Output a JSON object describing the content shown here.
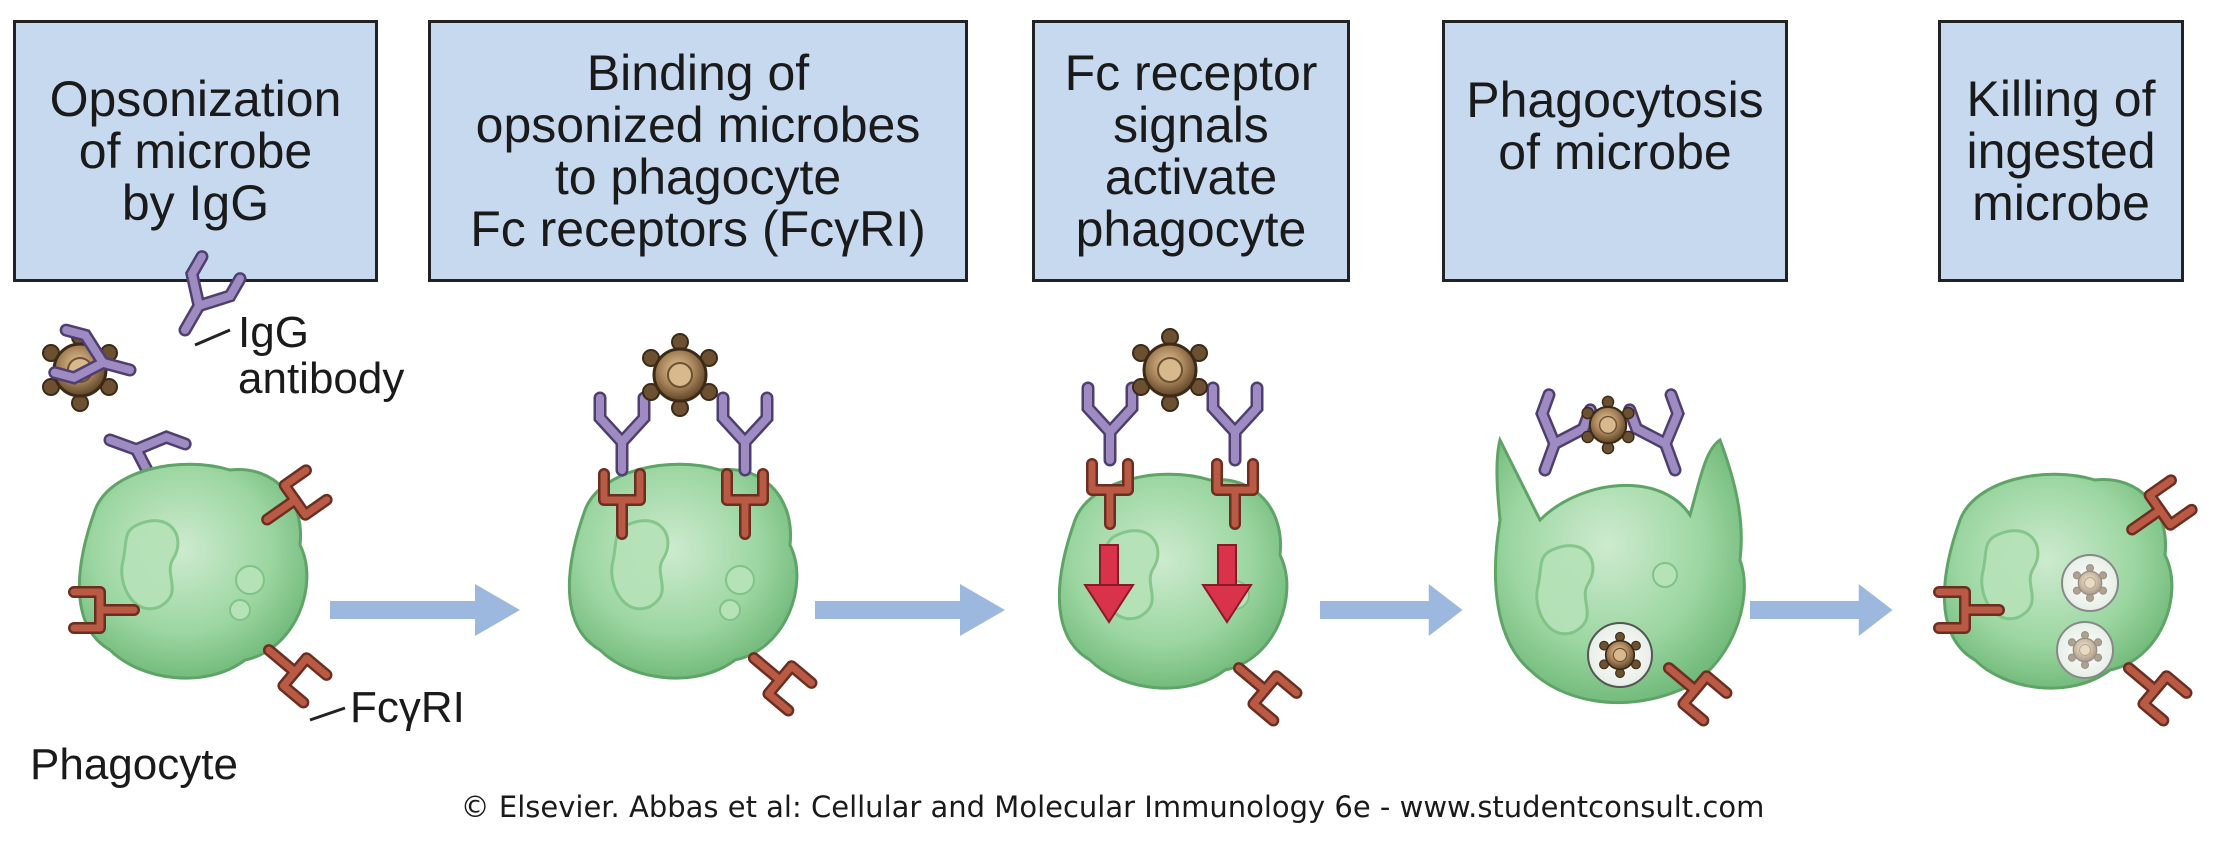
{
  "steps": [
    {
      "text": "Opsonization\nof microbe\nby IgG"
    },
    {
      "text": "Binding of\nopsonized microbes\nto phagocyte\nFc receptors (FcγRI)"
    },
    {
      "text": "Fc receptor\nsignals\nactivate\nphagocyte"
    },
    {
      "text": "Phagocytosis\nof microbe"
    },
    {
      "text": "Killing of\ningested\nmicrobe"
    }
  ],
  "labels": {
    "igg": "IgG\nantibody",
    "receptor": "FcγRI",
    "cell": "Phagocyte"
  },
  "caption": "© Elsevier. Abbas et al: Cellular and Molecular Immunology 6e - www.studentconsult.com",
  "colors": {
    "box_fill": "#c7d9ef",
    "cell_fill": "#8fcf95",
    "antibody": "#8a78ae",
    "receptor": "#a24d3a",
    "arrow": "#9db8de",
    "signal_arrow": "#d8334a",
    "microbe": "#8c7048"
  }
}
